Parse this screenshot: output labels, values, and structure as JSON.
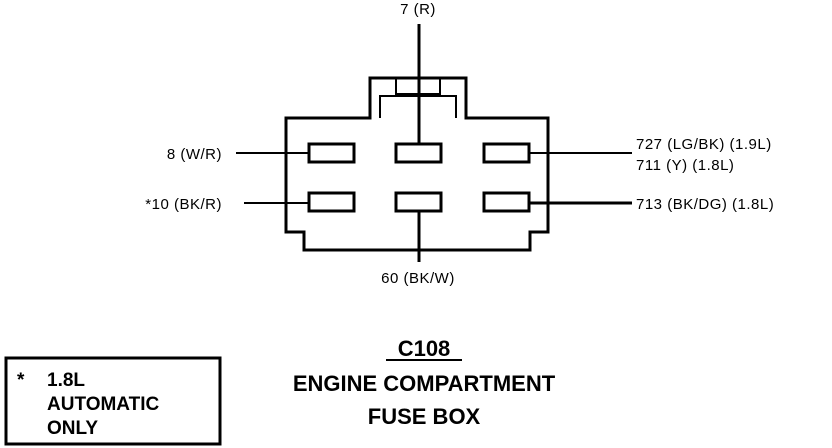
{
  "wires": {
    "top": "7 (R)",
    "left_upper": "8 (W/R)",
    "left_lower": "*10 (BK/R)",
    "right_upper_1": "727 (LG/BK) (1.9L)",
    "right_upper_2": "711 (Y) (1.8L)",
    "right_lower": "713 (BK/DG) (1.8L)",
    "bottom": "60 (BK/W)"
  },
  "connector": {
    "id": "C108",
    "title_line1": "ENGINE COMPARTMENT",
    "title_line2": "FUSE BOX"
  },
  "note": {
    "marker": "*",
    "line1": "1.8L",
    "line2": "AUTOMATIC",
    "line3": "ONLY"
  }
}
